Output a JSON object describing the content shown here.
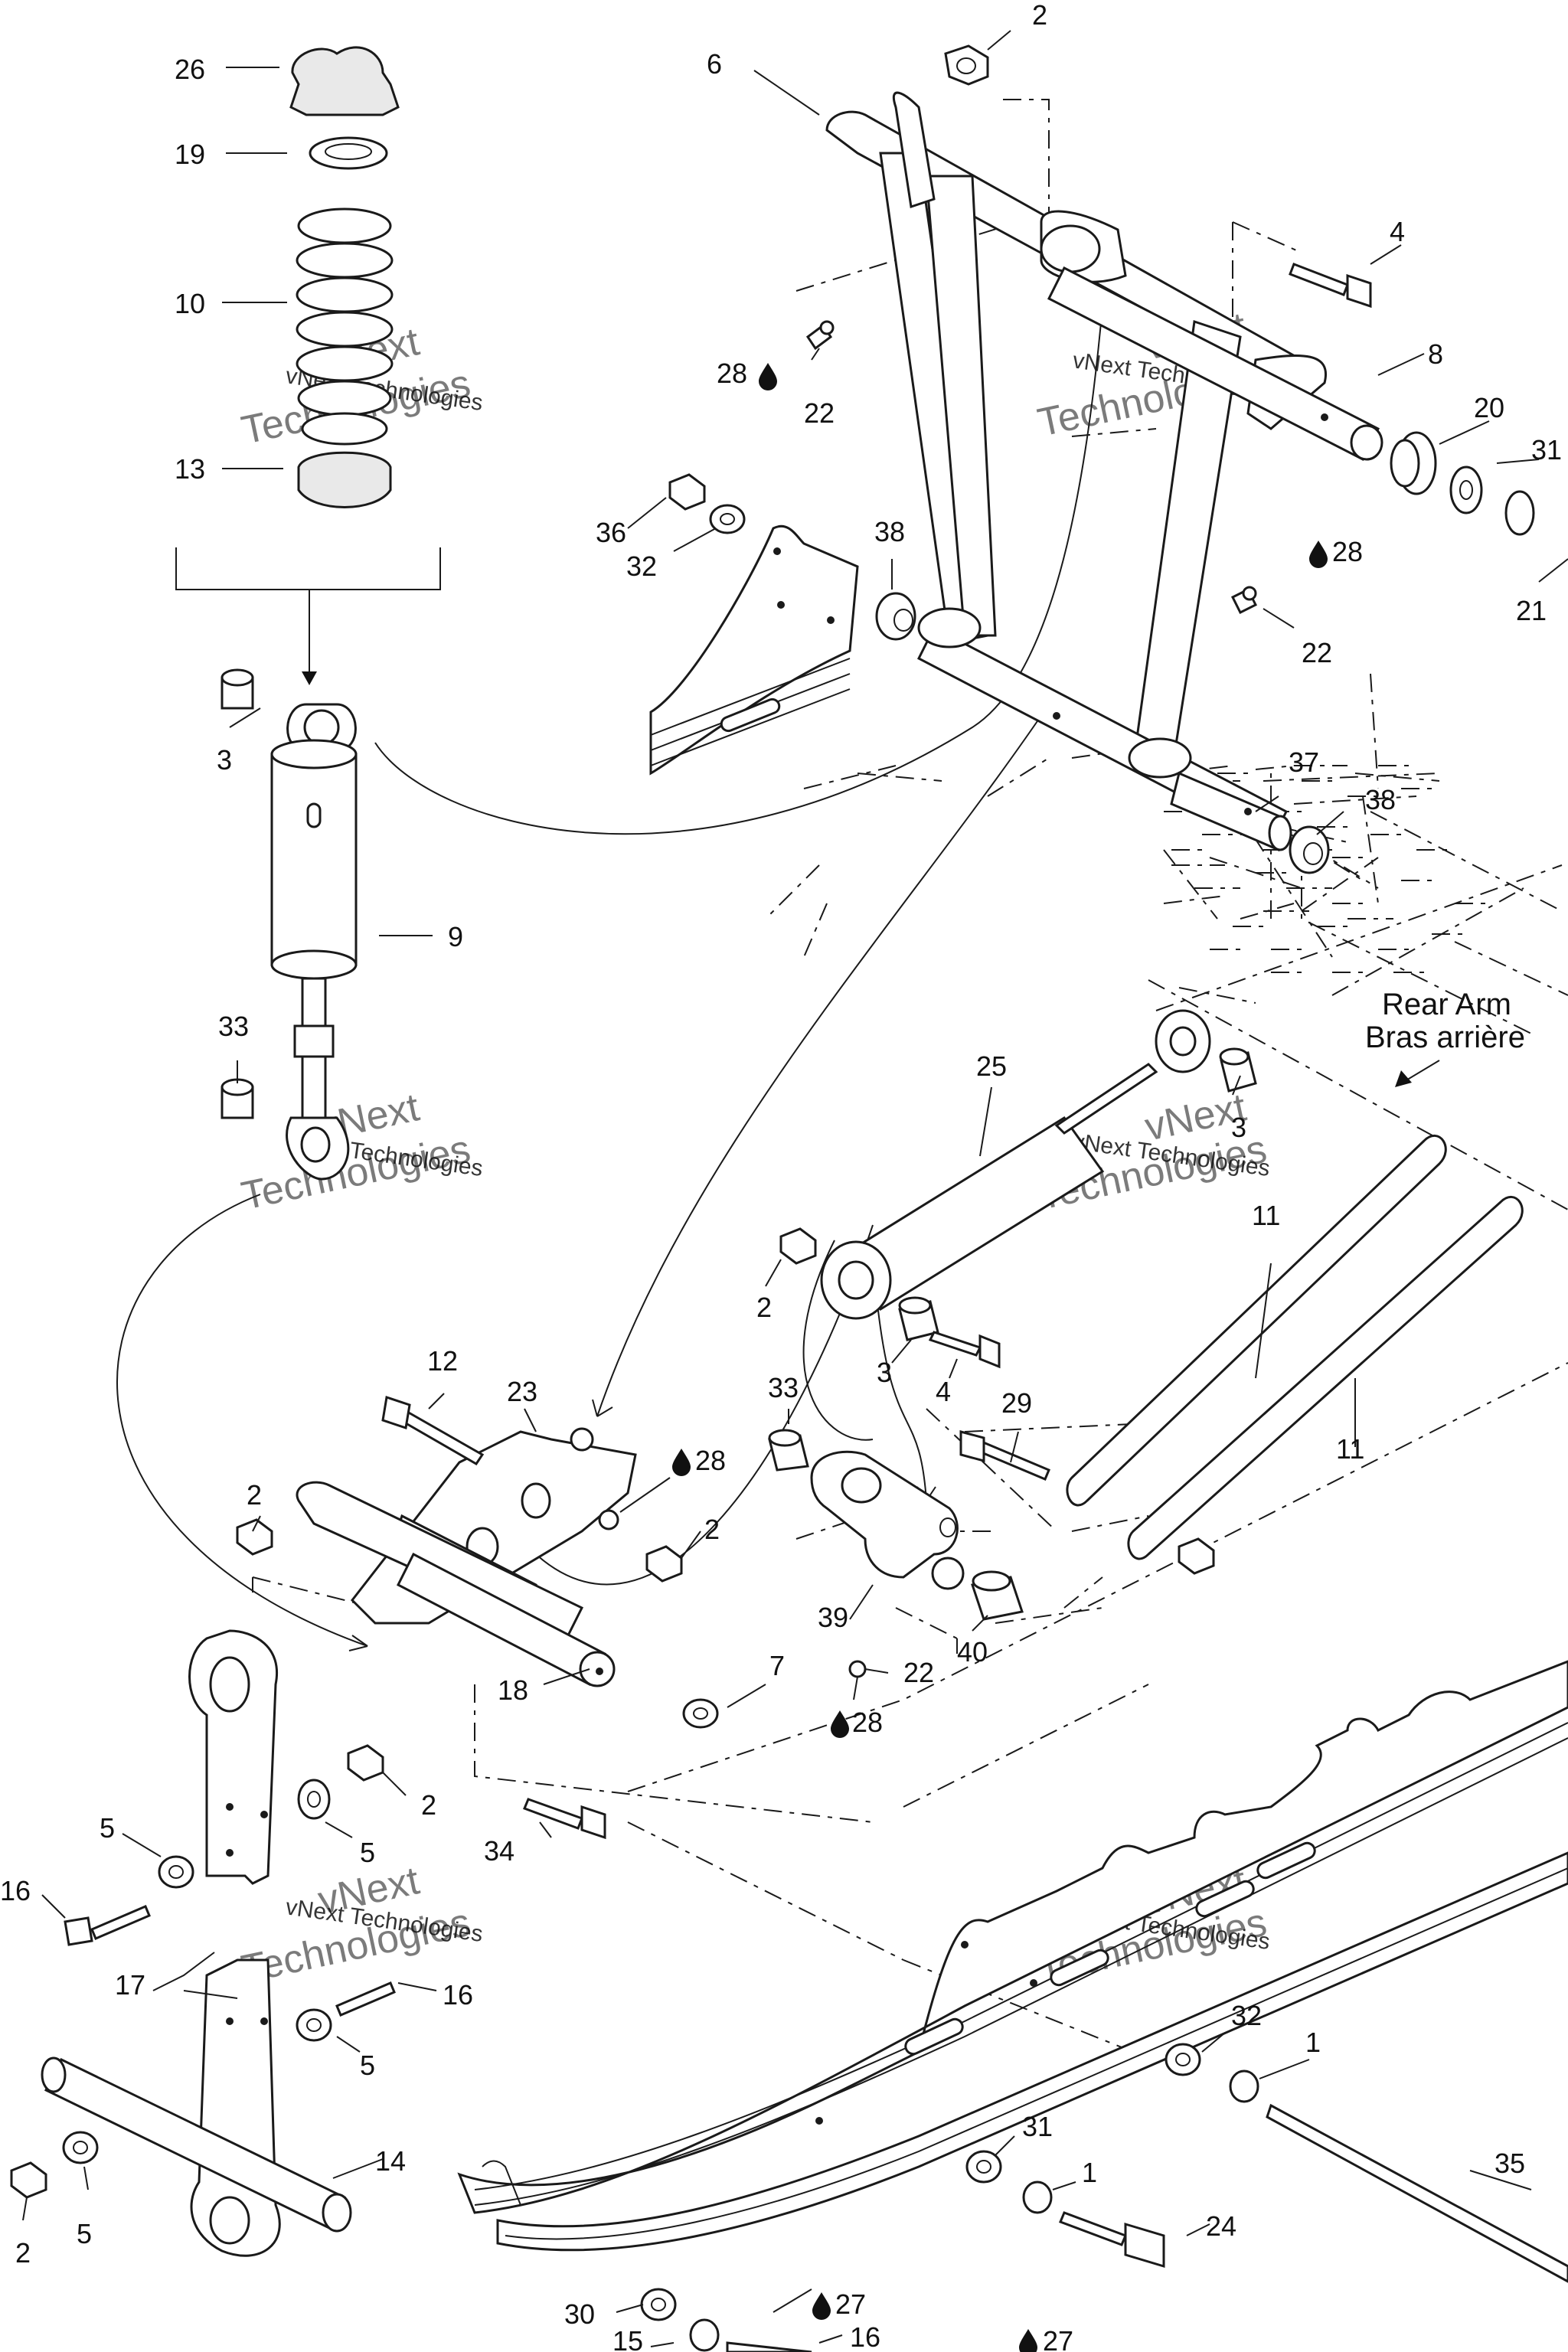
{
  "watermark": {
    "line1": "vNext",
    "line2": "Technologies",
    "inline": "vNext Technologies"
  },
  "heading": {
    "line1": "Rear Arm",
    "line2": "Bras arrière"
  },
  "oil_drop_icon": "oil-drop-icon",
  "callouts": [
    "26",
    "19",
    "10",
    "13",
    "3",
    "9",
    "33",
    "6",
    "2",
    "4",
    "8",
    "20",
    "31",
    "21",
    "28",
    "22",
    "28",
    "22",
    "36",
    "32",
    "38",
    "37",
    "38",
    "25",
    "3",
    "11",
    "11",
    "2",
    "3",
    "4",
    "29",
    "33",
    "12",
    "23",
    "28",
    "2",
    "2",
    "39",
    "40",
    "22",
    "28",
    "18",
    "7",
    "34",
    "2",
    "5",
    "5",
    "16",
    "17",
    "16",
    "5",
    "14",
    "2",
    "5",
    "32",
    "1",
    "35",
    "31",
    "1",
    "24",
    "30",
    "15",
    "27",
    "16",
    "27"
  ]
}
